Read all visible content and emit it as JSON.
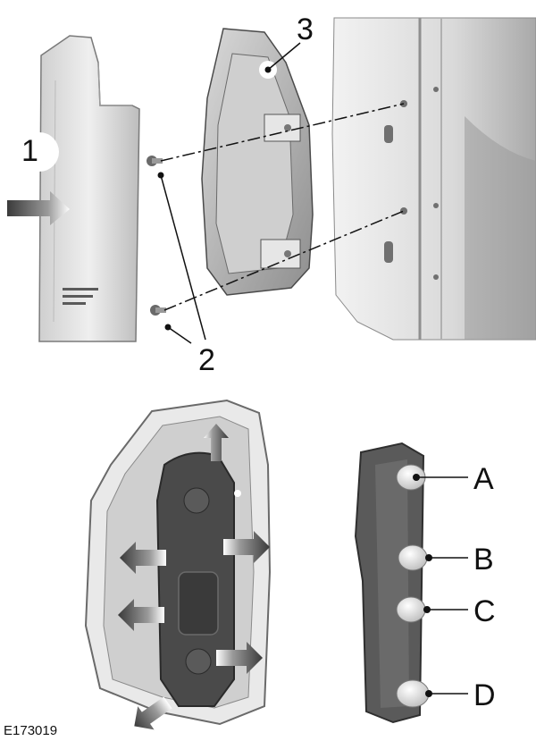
{
  "figure": {
    "id": "E173019",
    "callouts": {
      "c1": "1",
      "c2": "2",
      "c3": "3",
      "A": "A",
      "B": "B",
      "C": "C",
      "D": "D"
    }
  },
  "colors": {
    "line": "#111111",
    "arrow_dark": "#3a3a3a",
    "part_light": "#e6e6e6",
    "part_mid": "#bdbdbd",
    "part_dark": "#4a4a4a"
  }
}
